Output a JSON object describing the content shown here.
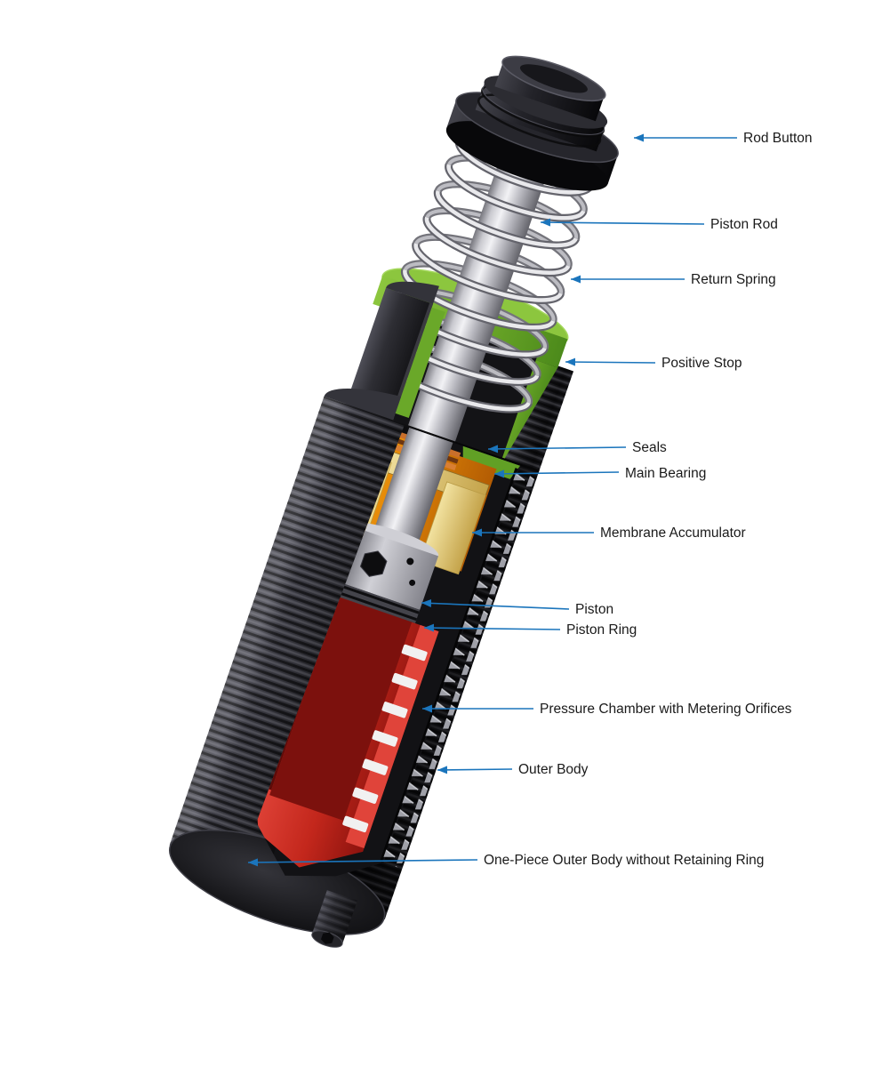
{
  "figure": {
    "background": "#ffffff",
    "arrow_color": "#1b75bc",
    "label_text_color": "#1a1a1a",
    "labels": [
      {
        "text": "Rod Button"
      },
      {
        "text": "Piston Rod"
      },
      {
        "text": "Return Spring"
      },
      {
        "text": "Positive Stop"
      },
      {
        "text": "Seals"
      },
      {
        "text": "Main Bearing"
      },
      {
        "text": "Membrane Accumulator"
      },
      {
        "text": "Piston"
      },
      {
        "text": "Piston Ring"
      },
      {
        "text": "Pressure Chamber with Metering Orifices"
      },
      {
        "text": "Outer Body"
      },
      {
        "text": "One-Piece Outer Body without Retaining Ring"
      }
    ],
    "part_colors": {
      "positive_stop_green": "#8cc63e",
      "seal_region_orange": "#ef8c06",
      "accumulator_brass": "#ecd98e",
      "pressure_chamber_red": "#d6362b",
      "outer_body_black": "#1c1c20",
      "rod_silver": "#d8d8dc"
    }
  }
}
